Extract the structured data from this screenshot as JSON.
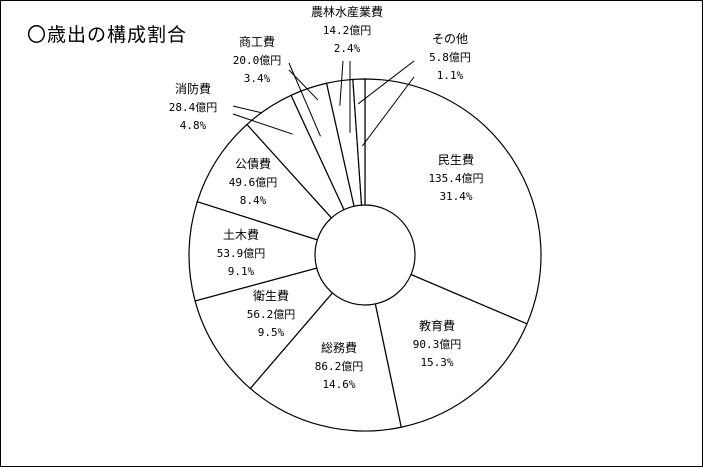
{
  "chart_data": {
    "type": "pie",
    "variant": "donut",
    "title": "〇歳出の構成割合",
    "unit": "億円",
    "direction": "clockwise-from-top",
    "slices": [
      {
        "name": "民生費",
        "amount": "135.4億円",
        "percent": "31.4%",
        "value": 31.4
      },
      {
        "name": "教育費",
        "amount": "90.3億円",
        "percent": "15.3%",
        "value": 15.3
      },
      {
        "name": "総務費",
        "amount": "86.2億円",
        "percent": "14.6%",
        "value": 14.6
      },
      {
        "name": "衛生費",
        "amount": "56.2億円",
        "percent": "9.5%",
        "value": 9.5
      },
      {
        "name": "土木費",
        "amount": "53.9億円",
        "percent": "9.1%",
        "value": 9.1
      },
      {
        "name": "公債費",
        "amount": "49.6億円",
        "percent": "8.4%",
        "value": 8.4
      },
      {
        "name": "消防費",
        "amount": "28.4億円",
        "percent": "4.8%",
        "value": 4.8
      },
      {
        "name": "商工費",
        "amount": "20.0億円",
        "percent": "3.4%",
        "value": 3.4
      },
      {
        "name": "農林水産業費",
        "amount": "14.2億円",
        "percent": "2.4%",
        "value": 2.4
      },
      {
        "name": "その他",
        "amount": "5.8億円",
        "percent": "1.1%",
        "value": 1.1
      }
    ]
  }
}
